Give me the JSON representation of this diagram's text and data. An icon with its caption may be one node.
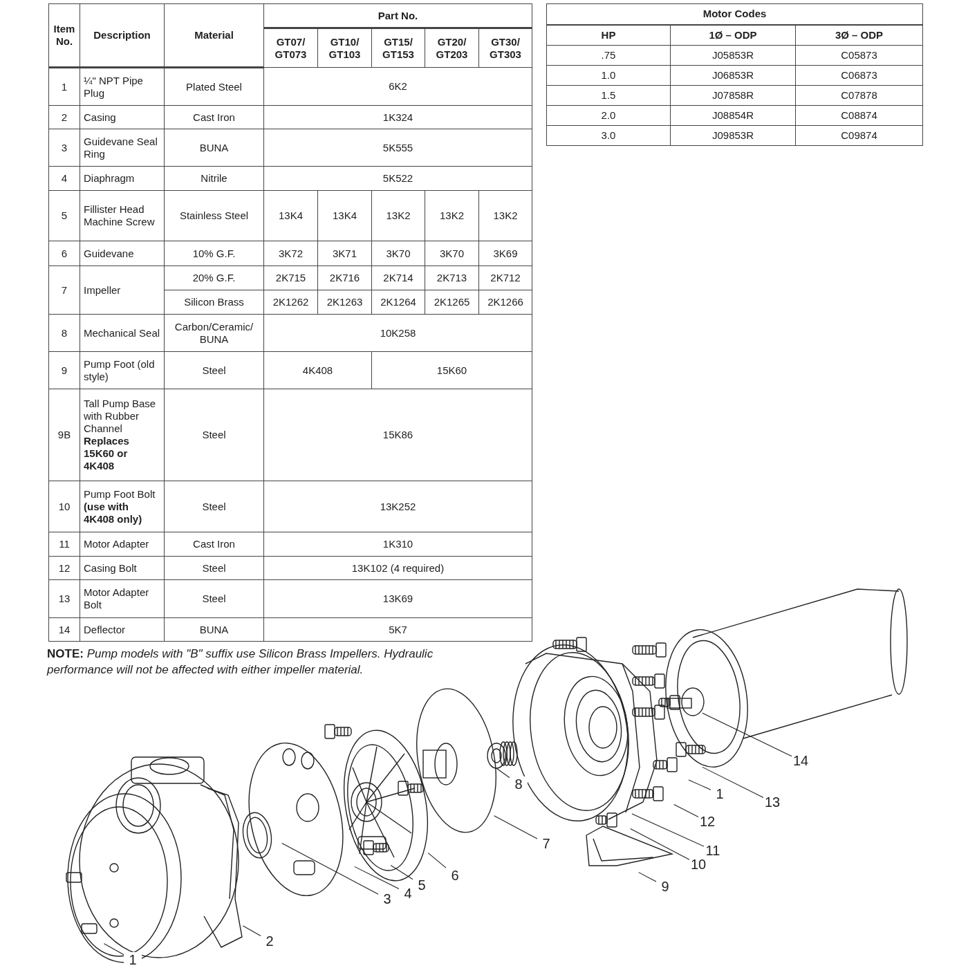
{
  "diagram": {
    "nodes": [
      {
        "text": [
          "14"
        ]
      },
      {
        "text": [
          "8"
        ]
      },
      {
        "text": [
          "1"
        ]
      },
      {
        "text": [
          "13"
        ]
      },
      {
        "text": [
          "12"
        ]
      },
      {
        "text": [
          "7"
        ]
      },
      {
        "text": [
          "11"
        ]
      },
      {
        "text": [
          "10"
        ]
      },
      {
        "text": [
          "6"
        ]
      },
      {
        "text": [
          "5"
        ]
      },
      {
        "text": [
          "9"
        ]
      },
      {
        "text": [
          "4"
        ]
      },
      {
        "text": [
          "3"
        ]
      },
      {
        "text": [
          "2"
        ]
      },
      {
        "text": [
          "1"
        ]
      }
    ],
    "edges": [
      {
        "from": 0,
        "to": null,
        "arrow": "none"
      },
      {
        "from": 1,
        "to": null,
        "arrow": "none"
      },
      {
        "from": 2,
        "to": null,
        "arrow": "none"
      },
      {
        "from": 3,
        "to": null,
        "arrow": "none"
      },
      {
        "from": 4,
        "to": null,
        "arrow": "none"
      },
      {
        "from": 5,
        "to": null,
        "arrow": "none"
      },
      {
        "from": 6,
        "to": null,
        "arrow": "none"
      },
      {
        "from": 7,
        "to": null,
        "arrow": "none"
      },
      {
        "from": 8,
        "to": null,
        "arrow": "none"
      },
      {
        "from": 9,
        "to": null,
        "arrow": "none"
      },
      {
        "from": 10,
        "to": null,
        "arrow": "none"
      },
      {
        "from": 11,
        "to": null,
        "arrow": "none"
      },
      {
        "from": 12,
        "to": null,
        "arrow": "none"
      },
      {
        "from": 13,
        "to": null,
        "arrow": "none"
      },
      {
        "from": 14,
        "to": null,
        "arrow": "none"
      }
    ],
    "labels": [
      "Item No.",
      "Description",
      "Material",
      "Part No.",
      "GT07/ GT073",
      "GT10/ GT103",
      "GT15/ GT153",
      "GT20/ GT203",
      "GT30/ GT303",
      "1",
      "¼\" NPT Pipe Plug",
      "Plated Steel",
      "6K2",
      "2",
      "Casing",
      "Cast Iron",
      "1K324",
      "3",
      "Guidevane Seal Ring",
      "BUNA",
      "5K555",
      "4",
      "Diaphragm",
      "Nitrile",
      "5K522",
      "5",
      "Fillister Head Machine Screw",
      "Stainless Steel",
      "13K4",
      "13K4",
      "13K2",
      "13K2",
      "13K2",
      "6",
      "Guidevane",
      "10% G.F.",
      "3K72",
      "3K71",
      "3K70",
      "3K70",
      "3K69",
      "7",
      "Impeller",
      "20% G.F.",
      "2K715",
      "2K716",
      "2K714",
      "2K713",
      "2K712",
      "Silicon Brass",
      "2K1262",
      "2K1263",
      "2K1264",
      "2K1265",
      "2K1266",
      "8",
      "Mechanical Seal",
      "Carbon/Ceramic/ BUNA",
      "10K258",
      "9",
      "Pump Foot (old style)",
      "Steel",
      "4K408",
      "15K60",
      "9B",
      "Tall Pump Base with Rubber Channel **Replaces 15K60 or 4K408**",
      "Steel",
      "15K86",
      "10",
      "Pump Foot Bolt **(use with 4K408 only)**",
      "Steel",
      "13K252",
      "11",
      "Motor Adapter",
      "Cast Iron",
      "1K310",
      "12",
      "Casing Bolt",
      "Steel",
      "13K102 (4 required)",
      "13",
      "Motor Adapter Bolt",
      "Steel",
      "13K69",
      "14",
      "Deflector",
      "BUNA",
      "5K7",
      "Motor Codes",
      "HP",
      "1Ø – ODP",
      "3Ø – ODP",
      ".75",
      "J05853R",
      "C05873",
      "1.0",
      "J06853R",
      "C06873",
      "1.5",
      "J07858R",
      "C07878",
      "2.0",
      "J08854R",
      "C08874",
      "3.0",
      "J09853R",
      "C09874",
      "**NOTE:** *Pump models with \"B\" suffix use Silicon Brass Impellers. Hydraulic performance will not be affected with either impeller material.*"
    ]
  }
}
